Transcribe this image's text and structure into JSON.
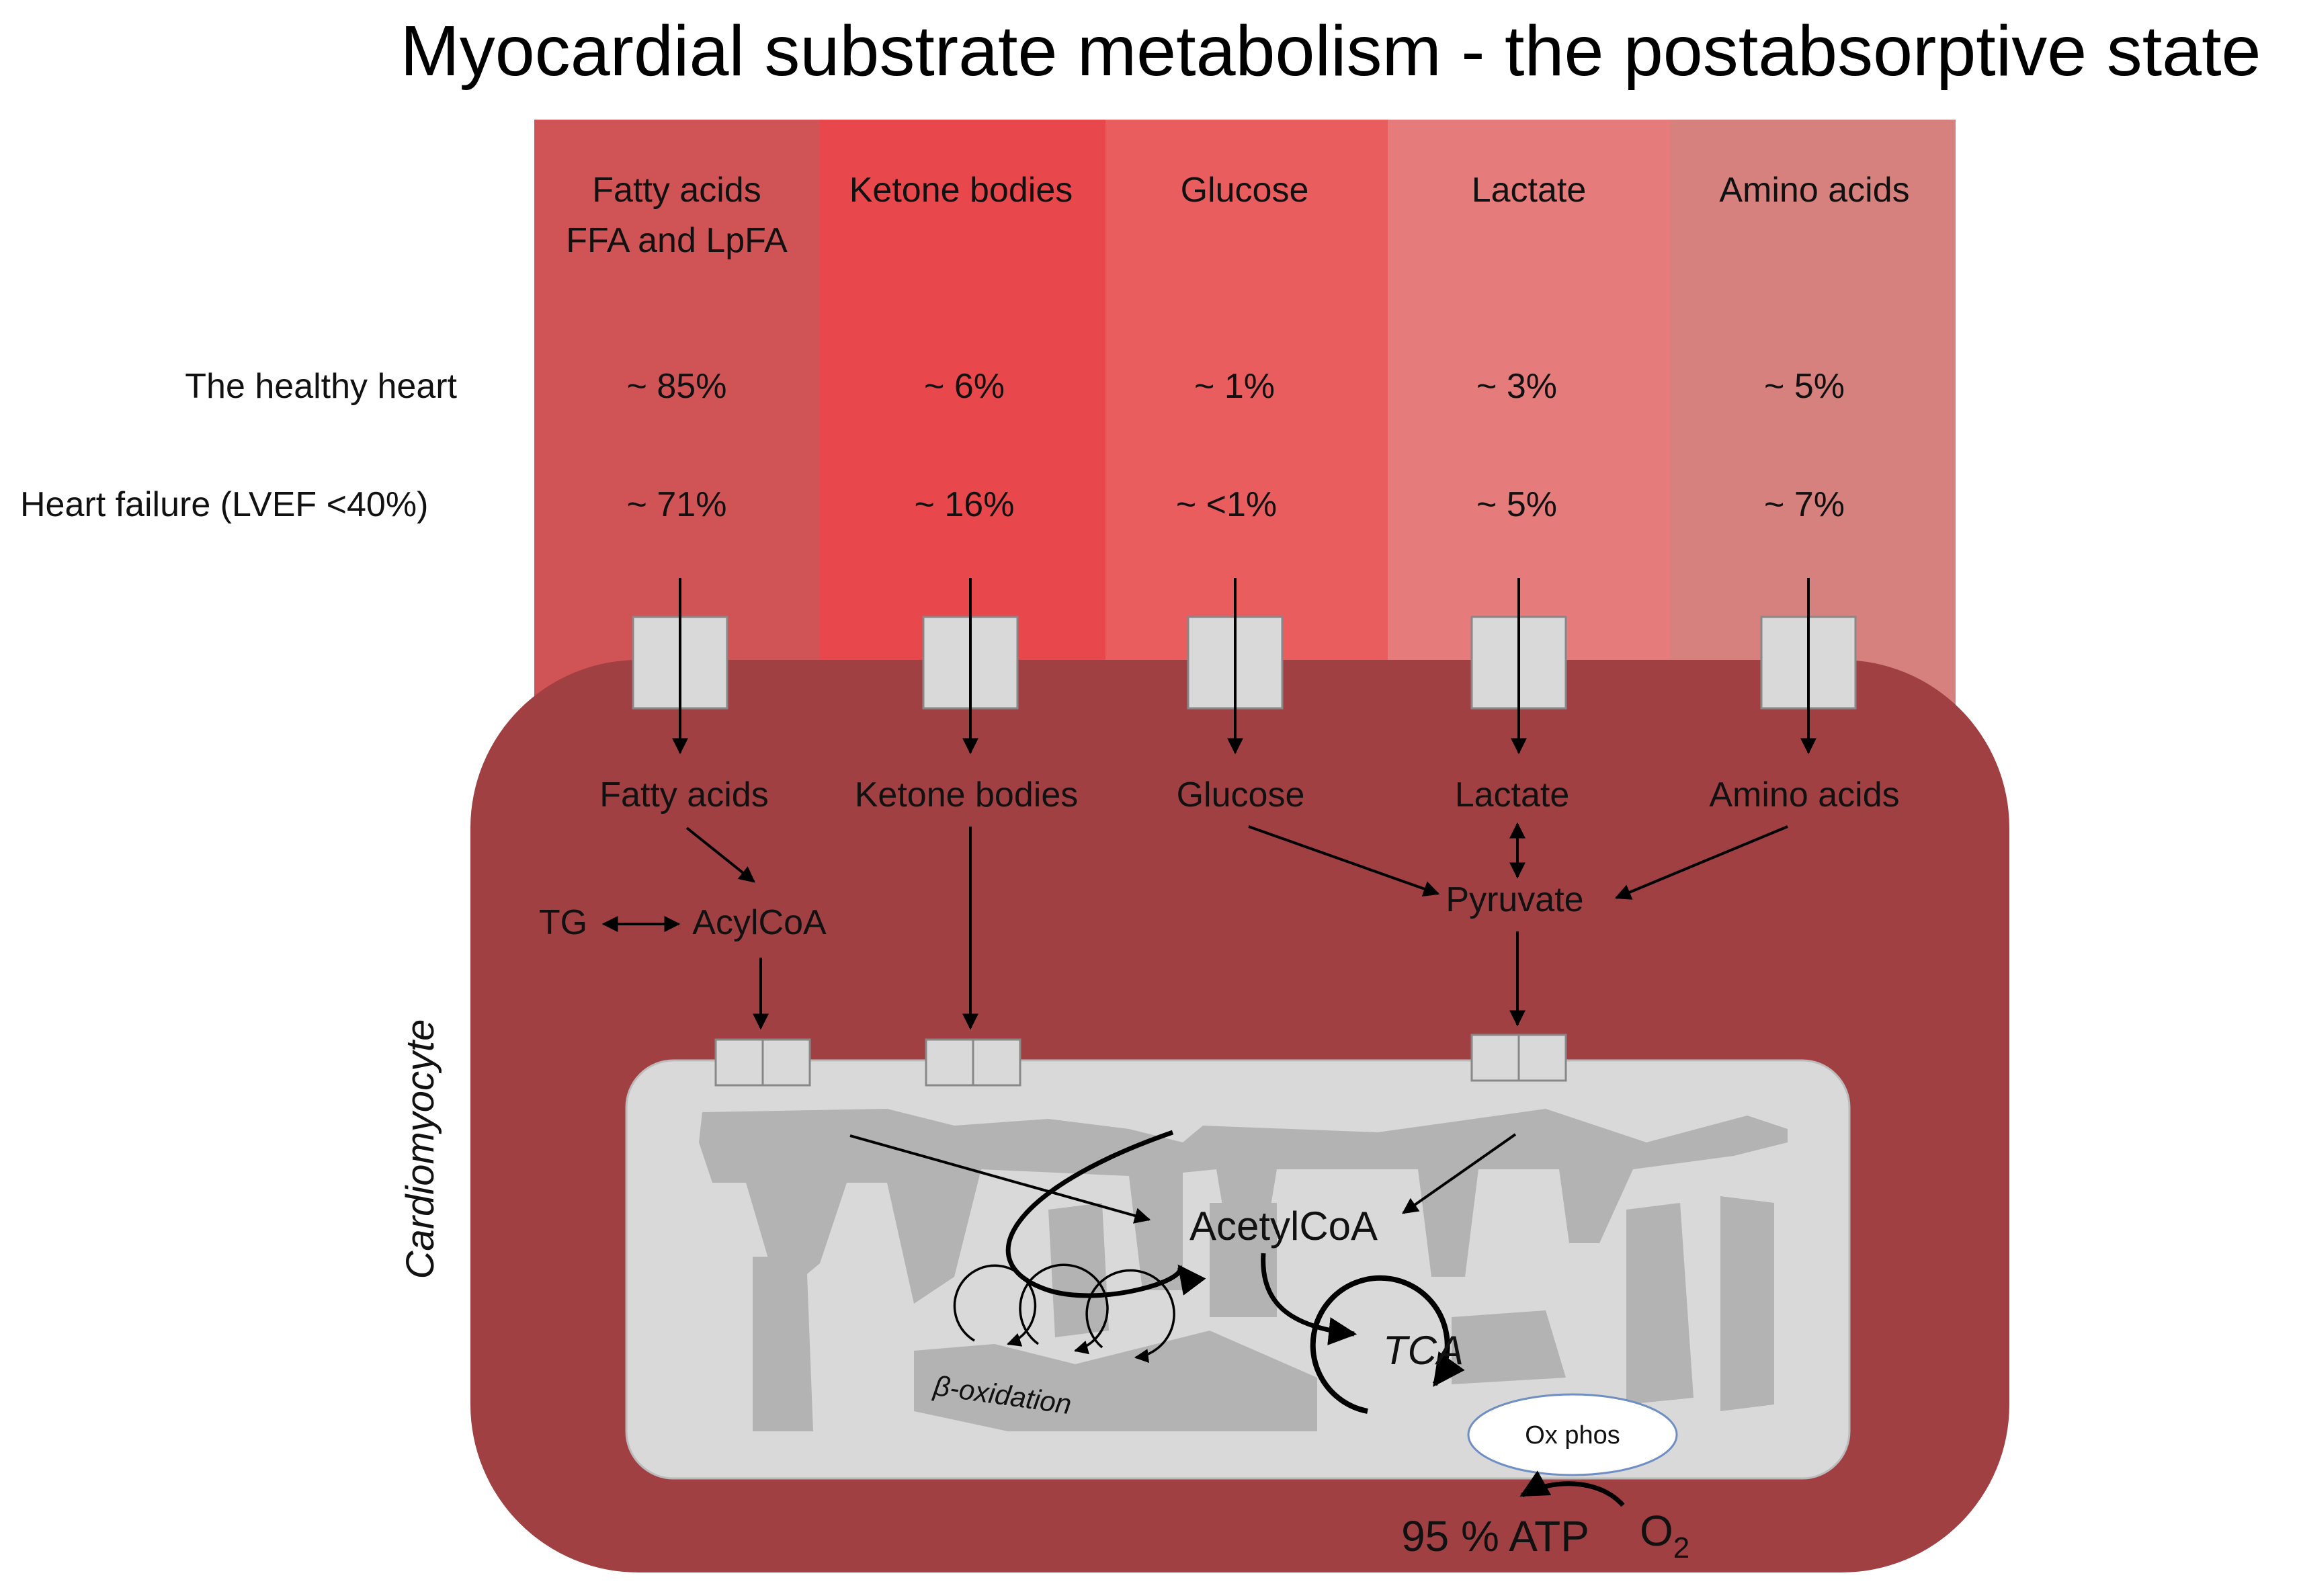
{
  "title": "Myocardial substrate metabolism - the postabsorptive state",
  "colors": {
    "cell": "#a04043",
    "mito_outer": "#d9d9d9",
    "mito_inner": "#b3b3b3",
    "transporter": "#d9d9d9",
    "oxphos_fill": "#ffffff",
    "oxphos_border": "#6f8fc4"
  },
  "row_labels": {
    "healthy": "The healthy heart",
    "failure": "Heart failure (LVEF <40%)"
  },
  "substrates": [
    {
      "name_line1": "Fatty acids",
      "name_line2": "FFA and LpFA",
      "healthy": "~ 85%",
      "failure": "~ 71%",
      "color": "#d05356"
    },
    {
      "name_line1": "Ketone bodies",
      "name_line2": "",
      "healthy": "~ 6%",
      "failure": "~ 16%",
      "color": "#e8474b"
    },
    {
      "name_line1": "Glucose",
      "name_line2": "",
      "healthy": "~ 1%",
      "failure": "~ <1%",
      "color": "#ea5d5f"
    },
    {
      "name_line1": "Lactate",
      "name_line2": "",
      "healthy": "~ 3%",
      "failure": "~ 5%",
      "color": "#e57b7b"
    },
    {
      "name_line1": "Amino acids",
      "name_line2": "",
      "healthy": "~ 5%",
      "failure": "~ 7%",
      "color": "#d6817e"
    }
  ],
  "cell_label": "Cardiomyocyte",
  "intracellular": {
    "fatty_acids": "Fatty acids",
    "ketone_bodies": "Ketone bodies",
    "glucose": "Glucose",
    "lactate": "Lactate",
    "amino_acids": "Amino acids",
    "tg": "TG",
    "acylcoa": "AcylCoA",
    "pyruvate": "Pyruvate"
  },
  "mitochondrion": {
    "acetylcoa": "AcetylCoA",
    "tca": "TCA",
    "beta_oxidation": "β-oxidation",
    "oxphos": "Ox phos",
    "atp": "95 % ATP",
    "o2_main": "O",
    "o2_sub": "2"
  }
}
